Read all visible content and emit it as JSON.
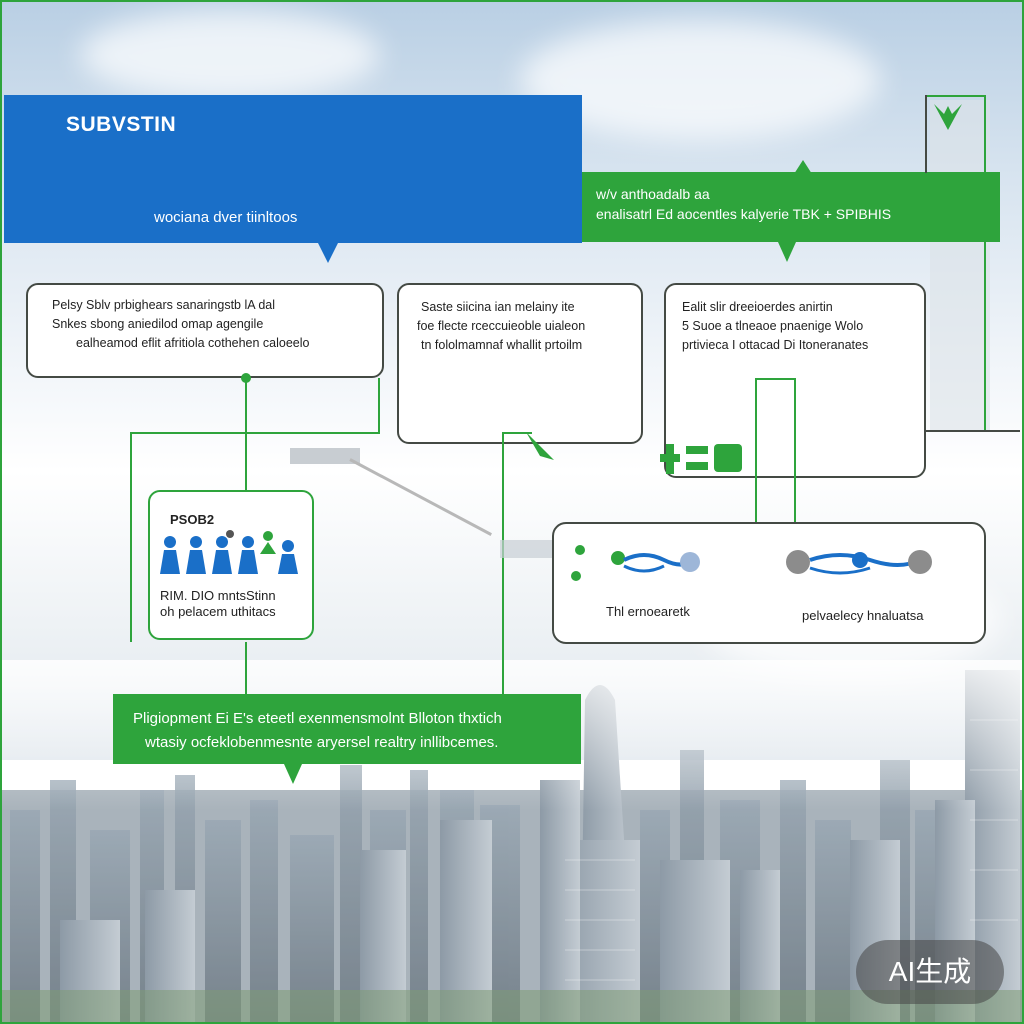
{
  "banner_top_blue": {
    "line1": "SUBVSTIN",
    "line2": "",
    "line3": "",
    "line4": "wociana dver tiinltoos"
  },
  "banner_top_green": {
    "line1": "w/v anthoadalb aa",
    "line2": "enalisatrl Ed aocentles kalyerie TBK + SPIBHIS"
  },
  "box_top_left": {
    "line1": "Pelsy Sblv prbighears sanaringstb lA dal",
    "line2": "Snkes sbong aniedilod omap agengile",
    "line3": "ealheamod eflit afritiola cothehen caloeelo"
  },
  "box_top_middle": {
    "line1": "Saste siicina ian melainy ite",
    "line2": "foe flecte rceccuieoble uialeon",
    "line3": "tn fololmamnaf whallit prtoilm"
  },
  "box_top_right": {
    "line1": "Ealit slir dreeioerdes anirtin",
    "line2": "5 Suoe a tlneaoe pnaenige Wolo",
    "line3": "prtivieca I ottacad Di Itoneranates"
  },
  "box_people": {
    "header": "PSOB2",
    "line1": "RIM. DIO mntsStinn",
    "line2": "oh pelacem uthitacs"
  },
  "box_network": {
    "label_left": "Thl ernoearetk",
    "label_right": "pelvaelecy hnaluatsa"
  },
  "banner_bottom_green": {
    "line1": "Pligiopment Ei E's eteetl exenmensmolnt Blloton thxtich",
    "line2": "wtasiy ocfeklobenmesnte aryersel realtry inllibcemes."
  },
  "badge": {
    "label": "AI生成"
  },
  "colors": {
    "blue": "#1a6fc8",
    "green": "#2ea43c",
    "dark_border": "#444a44"
  }
}
